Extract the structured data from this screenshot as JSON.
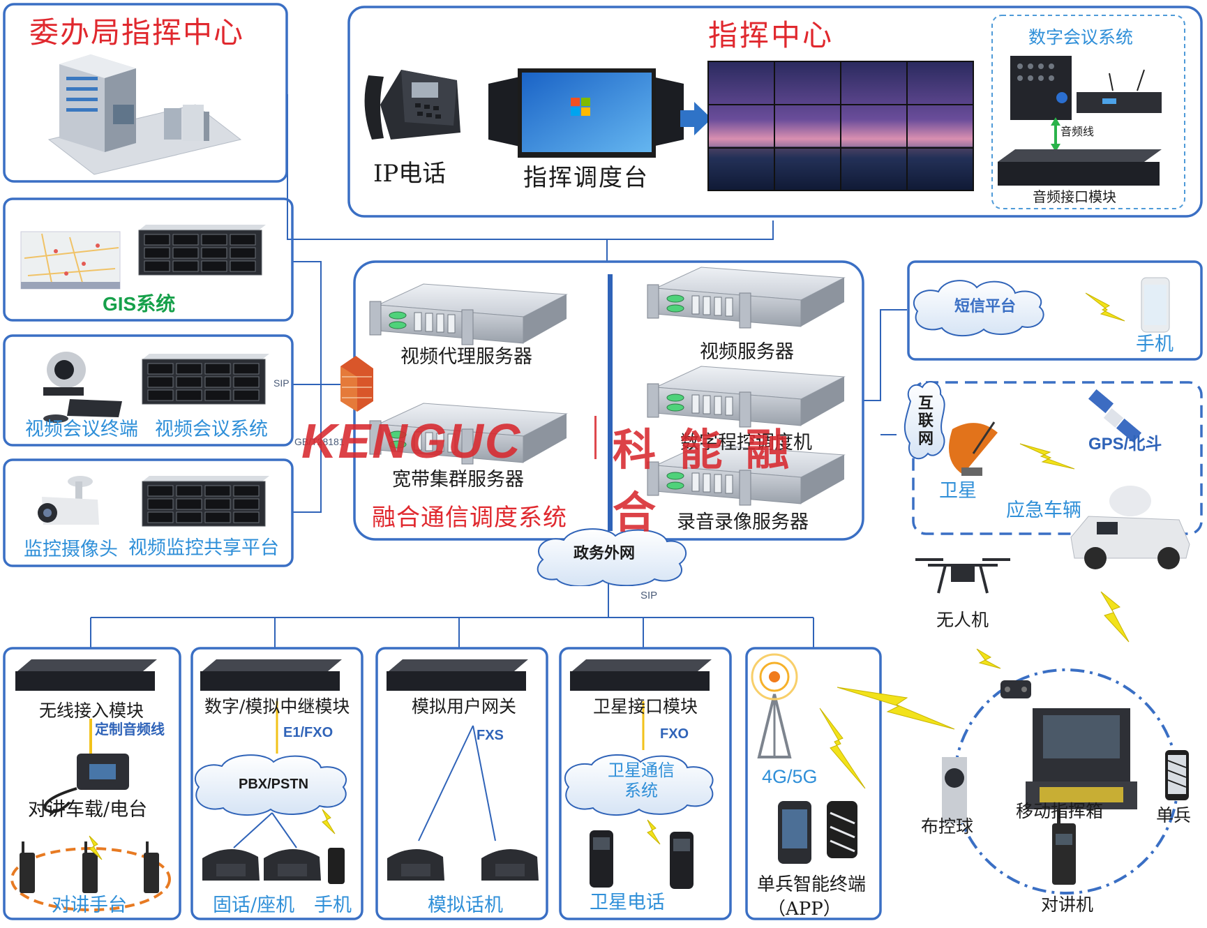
{
  "watermark": {
    "latin": "KENGUC",
    "cn": "科 能 融 合"
  },
  "top_left": {
    "title": "委办局指挥中心"
  },
  "command_center": {
    "title": "指挥中心",
    "ip_phone": "IP电话",
    "console": "指挥调度台",
    "conference": {
      "title": "数字会议系统",
      "audio_line": "音频线",
      "module": "音频接口模块"
    }
  },
  "left_systems": {
    "gis": "GIS系统",
    "video_conf_terminal": "视频会议终端",
    "video_conf_system": "视频会议系统",
    "camera": "监控摄像头",
    "video_share": "视频监控共享平台",
    "sip_label": "SIP",
    "gb_label": "GB/T28181"
  },
  "core": {
    "title": "融合通信调度系统",
    "video_proxy": "视频代理服务器",
    "broadband": "宽带集群服务器",
    "video_server": "视频服务器",
    "digital_switch": "数字程控调度机",
    "recording": "录音录像服务器"
  },
  "networks": {
    "gov": "政务外网",
    "sip": "SIP",
    "internet": "互联网",
    "sms": "短信平台"
  },
  "right": {
    "phone": "手机",
    "satellite": "卫星",
    "gps": "GPS/北斗",
    "vehicle": "应急车辆",
    "drone": "无人机",
    "dome": "布控球",
    "case": "移动指挥箱",
    "soldier": "单兵",
    "walkie": "对讲机"
  },
  "bottom": {
    "wireless": {
      "title": "无线接入模块",
      "cable": "定制音频线",
      "radio": "对讲车载/电台",
      "handsets": "对讲手台"
    },
    "trunk": {
      "title": "数字/模拟中继模块",
      "proto": "E1/FXO",
      "cloud": "PBX/PSTN",
      "fixed": "固话/座机",
      "mobile": "手机"
    },
    "analog": {
      "title": "模拟用户网关",
      "proto": "FXS",
      "phone": "模拟话机"
    },
    "sat": {
      "title": "卫星接口模块",
      "proto": "FXO",
      "cloud": "卫星通信系统",
      "phone": "卫星电话"
    },
    "mobile": {
      "net": "4G/5G",
      "terminal": "单兵智能终端",
      "app": "（APP）"
    }
  },
  "colors": {
    "panel_border": "#3a6fc4",
    "line": "#2f63b8",
    "text_blue": "#2f8fd8",
    "title_red": "#e0282e",
    "gis_green": "#16a04a",
    "bolt": "#f2e21a"
  }
}
